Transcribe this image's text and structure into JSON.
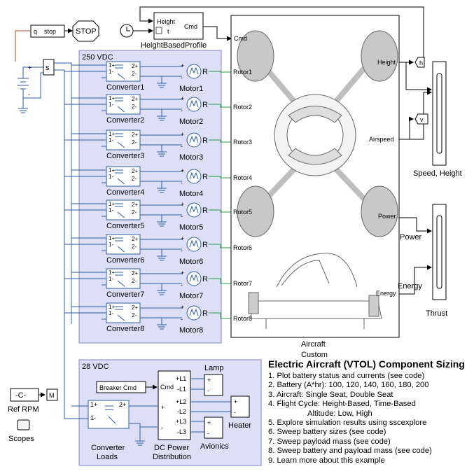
{
  "model": {
    "top": {
      "stop_label": "stop",
      "q_label": "q",
      "stop_block": "STOP",
      "height_in": "Height",
      "t_in": "t",
      "cmd_out": "Cmd",
      "profile_label": "HeightBasedProfile",
      "s_label": "s"
    },
    "bus250": {
      "label": "250 VDC"
    },
    "bus28": {
      "label": "28 VDC"
    },
    "converters": [
      "Converter1",
      "Converter2",
      "Converter3",
      "Converter4",
      "Converter5",
      "Converter6",
      "Converter7",
      "Converter8"
    ],
    "motors": [
      "Motor1",
      "Motor2",
      "Motor3",
      "Motor4",
      "Motor5",
      "Motor6",
      "Motor7",
      "Motor8"
    ],
    "rotors": [
      "Rotor1",
      "Rotor2",
      "Rotor3",
      "Rotor4",
      "Rotor5",
      "Rotor6",
      "Rotor7",
      "Rotor8"
    ],
    "motor_symbol": "R",
    "conv_ports": {
      "p1": "1+",
      "n1": "1-",
      "p2": "2+",
      "n2": "2-",
      "plus": "+",
      "minus": "-"
    },
    "aircraft": {
      "cmd": "Cmd",
      "height": "Height",
      "airspeed": "Airspeed",
      "power": "Power",
      "energy": "Energy",
      "label": "Aircraft",
      "sublabel": "Custom"
    },
    "outputs": {
      "h_tag": "h",
      "v_tag": "v",
      "scope1_label": "Speed, Height",
      "power_wire_label": "Power",
      "energy_wire_label": "Energy",
      "scope2_label": "Thrust"
    },
    "lower": {
      "const_label": "-C-",
      "m_tag": "M",
      "ref_rpm_label": "Ref RPM",
      "scopes_label": "Scopes",
      "conv_loads_label1": "Converter",
      "conv_loads_label2": "Loads",
      "breaker_label": "Breaker Cmd",
      "dc_cmd": "Cmd",
      "dc_ports": [
        "+L1",
        "-L1",
        "+L2",
        "-L2",
        "+L3",
        "-L3"
      ],
      "dc_plus": "+",
      "dc_minus": "-",
      "dc_label1": "DC Power",
      "dc_label2": "Distribution",
      "lamp_label": "Lamp",
      "heater_label": "Heater",
      "avionics_label": "Avionics",
      "load_plus": "+",
      "load_minus": "-"
    }
  },
  "notes": {
    "title": "Electric Aircraft (VTOL) Component Sizing",
    "items": [
      "1. Plot battery status and currents (see code)",
      "2. Battery (A*hr): 100, 120, 140, 160, 180, 200",
      "3. Aircraft: Single Seat, Double Seat",
      "4. Flight Cycle: Height-Based, Time-Based",
      "Altitude: Low, High",
      "5. Explore simulation results using sscexplore",
      "6. Sweep battery sizes (see code)",
      "7. Sweep payload mass (see code)",
      "8. Sweep battery and payload mass (see code)",
      "9. Learn more about this example"
    ]
  },
  "colors": {
    "subsystem_fill": "#dcdff5",
    "subsystem_stroke": "#7f85c4",
    "physical_wire": "#2b5ea8",
    "rotor_wire": "#1f9c3a",
    "rotor_fill": "#c8c8c8"
  }
}
